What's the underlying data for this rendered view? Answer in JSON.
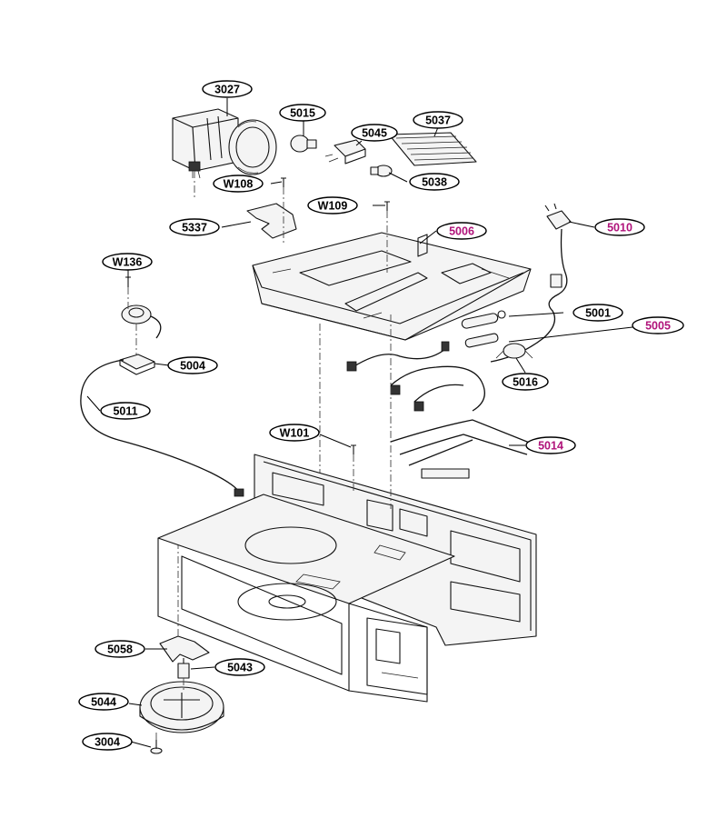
{
  "callouts": [
    {
      "id": "3027",
      "text": "3027",
      "highlight": false
    },
    {
      "id": "5015",
      "text": "5015",
      "highlight": false
    },
    {
      "id": "5045",
      "text": "5045",
      "highlight": false
    },
    {
      "id": "5037",
      "text": "5037",
      "highlight": false
    },
    {
      "id": "5038",
      "text": "5038",
      "highlight": false
    },
    {
      "id": "W108",
      "text": "W108",
      "highlight": false
    },
    {
      "id": "W109",
      "text": "W109",
      "highlight": false
    },
    {
      "id": "5337",
      "text": "5337",
      "highlight": false
    },
    {
      "id": "5006",
      "text": "5006",
      "highlight": true
    },
    {
      "id": "5010",
      "text": "5010",
      "highlight": true
    },
    {
      "id": "W136",
      "text": "W136",
      "highlight": false
    },
    {
      "id": "5001",
      "text": "5001",
      "highlight": false
    },
    {
      "id": "5005",
      "text": "5005",
      "highlight": true
    },
    {
      "id": "5004",
      "text": "5004",
      "highlight": false
    },
    {
      "id": "5016",
      "text": "5016",
      "highlight": false
    },
    {
      "id": "5011",
      "text": "5011",
      "highlight": false
    },
    {
      "id": "W101",
      "text": "W101",
      "highlight": false
    },
    {
      "id": "5014",
      "text": "5014",
      "highlight": true
    },
    {
      "id": "5058",
      "text": "5058",
      "highlight": false
    },
    {
      "id": "5043",
      "text": "5043",
      "highlight": false
    },
    {
      "id": "5044",
      "text": "5044",
      "highlight": false
    },
    {
      "id": "3004",
      "text": "3004",
      "highlight": false
    }
  ],
  "colors": {
    "highlight_text": "#b0127a",
    "line": "#111111",
    "background": "#ffffff"
  }
}
